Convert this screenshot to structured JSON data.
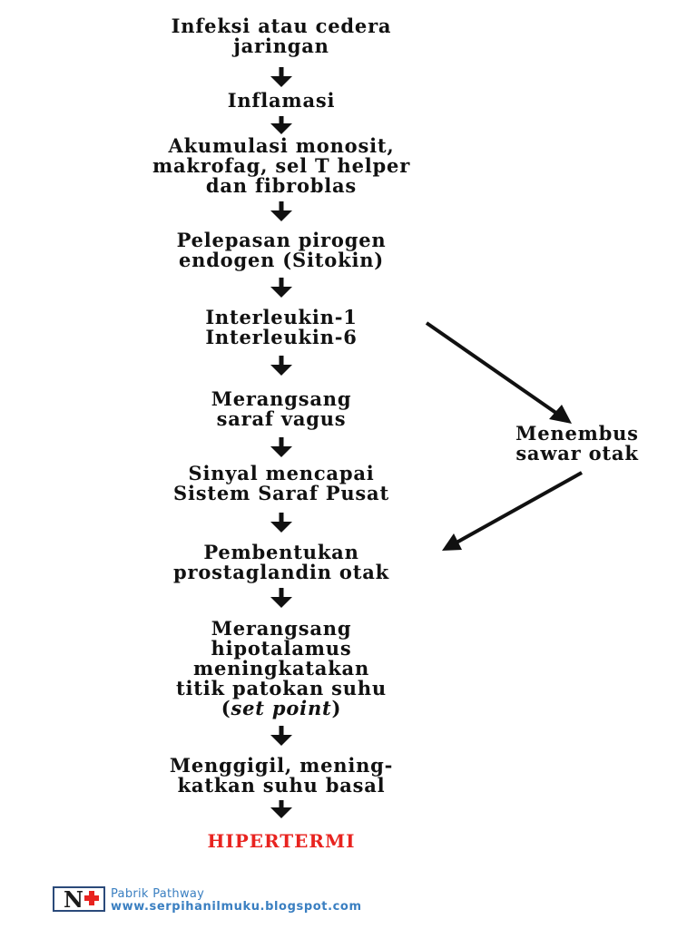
{
  "nodes": [
    {
      "lines": [
        "Infeksi atau cedera",
        "jaringan"
      ]
    },
    {
      "lines": [
        "Inflamasi"
      ]
    },
    {
      "lines": [
        "Akumulasi monosit,",
        "makrofag, sel T helper",
        "dan fibroblas"
      ]
    },
    {
      "lines": [
        "Pelepasan pirogen",
        "endogen (Sitokin)"
      ]
    },
    {
      "lines": [
        "Interleukin-1",
        "Interleukin-6"
      ]
    },
    {
      "lines": [
        "Merangsang",
        "saraf vagus"
      ]
    },
    {
      "lines": [
        "Sinyal mencapai",
        "Sistem Saraf Pusat"
      ]
    },
    {
      "lines": [
        "Pembentukan",
        "prostaglandin otak"
      ]
    },
    {
      "lines": [
        "Merangsang",
        "hipotalamus",
        "meningkatakan",
        "titik patokan suhu"
      ],
      "italic_line": "set point",
      "italic_prefix": "(",
      "italic_suffix": ")"
    },
    {
      "lines": [
        "Menggigil, mening-",
        "katkan suhu basal"
      ]
    },
    {
      "lines": [
        "HIPERTERMI"
      ]
    }
  ],
  "side_node": {
    "lines": [
      "Menembus",
      "sawar otak"
    ]
  },
  "footer": {
    "logo_letter": "N",
    "name": "Pabrik Pathway",
    "url": "www.serpihanilmuku.blogspot.com"
  },
  "colors": {
    "text": "#111111",
    "final": "#e8231f",
    "footer": "#3a7fc1"
  }
}
